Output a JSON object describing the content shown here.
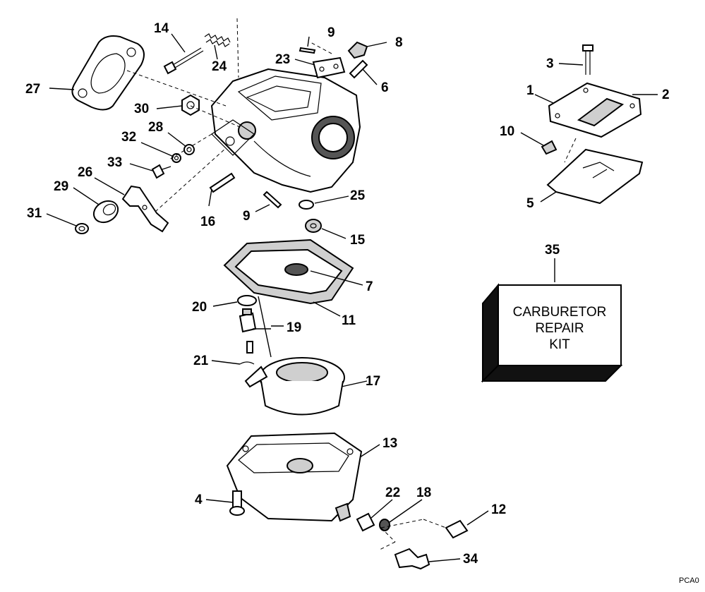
{
  "diagram": {
    "callouts": [
      {
        "id": "1",
        "text": "1"
      },
      {
        "id": "2",
        "text": "2"
      },
      {
        "id": "3",
        "text": "3"
      },
      {
        "id": "4",
        "text": "4"
      },
      {
        "id": "5",
        "text": "5"
      },
      {
        "id": "6",
        "text": "6"
      },
      {
        "id": "7",
        "text": "7"
      },
      {
        "id": "8",
        "text": "8"
      },
      {
        "id": "9a",
        "text": "9"
      },
      {
        "id": "9b",
        "text": "9"
      },
      {
        "id": "10",
        "text": "10"
      },
      {
        "id": "11",
        "text": "11"
      },
      {
        "id": "12",
        "text": "12"
      },
      {
        "id": "13",
        "text": "13"
      },
      {
        "id": "14",
        "text": "14"
      },
      {
        "id": "15",
        "text": "15"
      },
      {
        "id": "16",
        "text": "16"
      },
      {
        "id": "17",
        "text": "17"
      },
      {
        "id": "18",
        "text": "18"
      },
      {
        "id": "19",
        "text": "19"
      },
      {
        "id": "20",
        "text": "20"
      },
      {
        "id": "21",
        "text": "21"
      },
      {
        "id": "22",
        "text": "22"
      },
      {
        "id": "23",
        "text": "23"
      },
      {
        "id": "24",
        "text": "24"
      },
      {
        "id": "25",
        "text": "25"
      },
      {
        "id": "26",
        "text": "26"
      },
      {
        "id": "27",
        "text": "27"
      },
      {
        "id": "28",
        "text": "28"
      },
      {
        "id": "29",
        "text": "29"
      },
      {
        "id": "30",
        "text": "30"
      },
      {
        "id": "31",
        "text": "31"
      },
      {
        "id": "32",
        "text": "32"
      },
      {
        "id": "33",
        "text": "33"
      },
      {
        "id": "34",
        "text": "34"
      },
      {
        "id": "35",
        "text": "35"
      }
    ],
    "kit_box": {
      "line1": "CARBURETOR",
      "line2": "REPAIR",
      "line3": "KIT"
    },
    "figure_code": "PCA0",
    "colors": {
      "ink": "#000000",
      "paper": "#ffffff",
      "shade": "#cfcfcf"
    }
  }
}
